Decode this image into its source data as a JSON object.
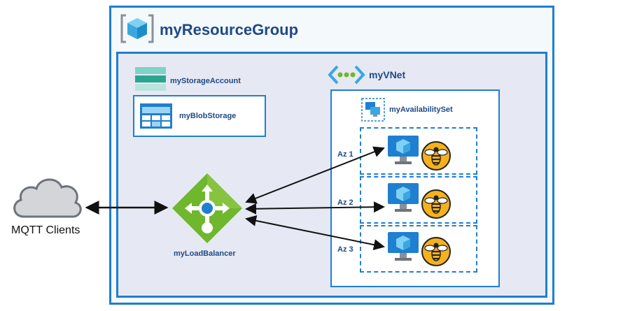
{
  "resource_group": {
    "title": "myResourceGroup",
    "icon": "resource-group-icon"
  },
  "storage": {
    "account_label": "myStorageAccount",
    "blob_label": "myBlobStorage",
    "account_icon": "storage-account-icon",
    "blob_icon": "blob-storage-icon"
  },
  "vnet": {
    "label": "myVNet",
    "icon": "vnet-icon"
  },
  "availability_set": {
    "label": "myAvailabilitySet",
    "icon": "availability-set-icon"
  },
  "zones": [
    {
      "label": "Az 1",
      "vm_icon": "virtual-machine-icon",
      "broker_icon": "mosquitto-bee-icon"
    },
    {
      "label": "Az 2",
      "vm_icon": "virtual-machine-icon",
      "broker_icon": "mosquitto-bee-icon"
    },
    {
      "label": "Az 3",
      "vm_icon": "virtual-machine-icon",
      "broker_icon": "mosquitto-bee-icon"
    }
  ],
  "load_balancer": {
    "label": "myLoadBalancer",
    "icon": "load-balancer-icon"
  },
  "clients": {
    "label": "MQTT Clients",
    "icon": "cloud-icon"
  },
  "colors": {
    "azure_blue": "#1f7fd0",
    "label_blue": "#1e4a86",
    "lb_green": "#6fb72c",
    "bee_gold": "#f5b21b"
  }
}
